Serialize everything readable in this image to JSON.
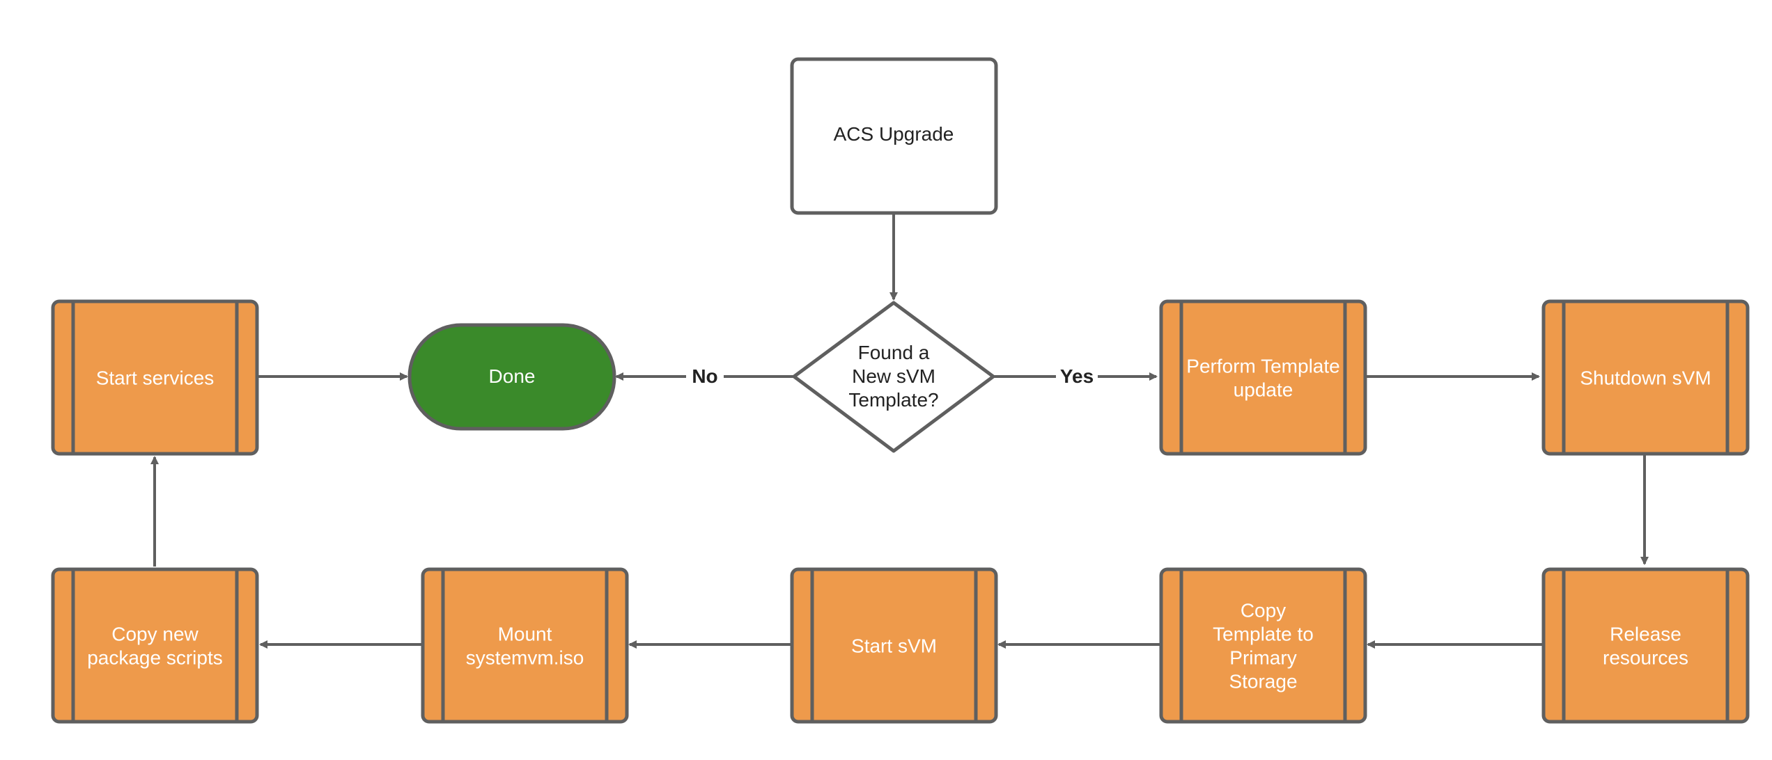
{
  "colors": {
    "process_fill": "#EE9A4B",
    "stroke": "#5F5F5F",
    "done_fill": "#3A8A2A",
    "start_fill": "#FFFFFF",
    "text_light": "#FFFFFF",
    "text_dark": "#222222"
  },
  "nodes": {
    "acs_upgrade": {
      "lines": [
        "ACS Upgrade"
      ]
    },
    "decision": {
      "lines": [
        "Found a",
        "New sVM",
        "Template?"
      ]
    },
    "done": {
      "lines": [
        "Done"
      ]
    },
    "perform_template_update": {
      "lines": [
        "Perform Template",
        "update"
      ]
    },
    "shutdown_svm": {
      "lines": [
        "Shutdown sVM"
      ]
    },
    "release_resources": {
      "lines": [
        "Release",
        "resources"
      ]
    },
    "copy_template": {
      "lines": [
        "Copy",
        "Template to",
        "Primary",
        "Storage"
      ]
    },
    "start_svm": {
      "lines": [
        "Start sVM"
      ]
    },
    "mount_systemvm": {
      "lines": [
        "Mount",
        "systemvm.iso"
      ]
    },
    "copy_package_scripts": {
      "lines": [
        "Copy new",
        "package scripts"
      ]
    },
    "start_services": {
      "lines": [
        "Start services"
      ]
    }
  },
  "edge_labels": {
    "no": "No",
    "yes": "Yes"
  }
}
